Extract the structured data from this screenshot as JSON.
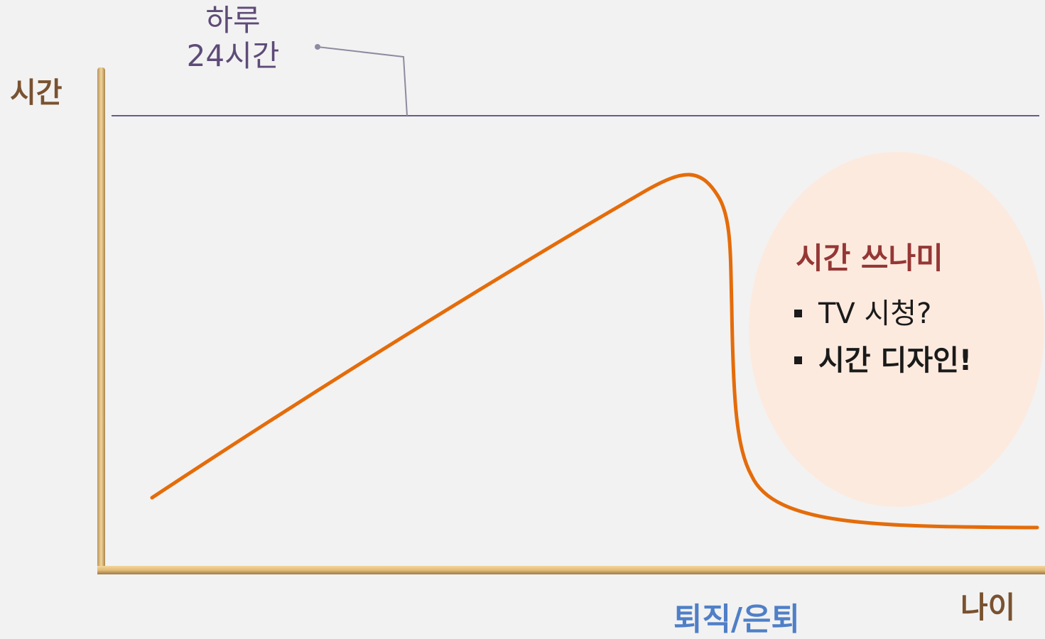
{
  "diagram": {
    "y_axis_label": "시간",
    "x_axis_label": "나이",
    "callout": {
      "line1": "하루",
      "line2": "24시간"
    },
    "retire_marker": "퇴직/은퇴",
    "bubble": {
      "title": "시간 쓰나미",
      "items": [
        {
          "text": "TV 시청?"
        },
        {
          "text": "시간 디자인!"
        }
      ]
    },
    "colors": {
      "axis": "#e0b872",
      "axis_shadow": "#8a7456",
      "curve": "#e46c0a",
      "limit_line": "#6b5b8a",
      "bubble_fill": "#fdeadf",
      "bubble_title": "#953735",
      "axis_text": "#7a5230",
      "retire_text": "#4f7fc7"
    }
  }
}
